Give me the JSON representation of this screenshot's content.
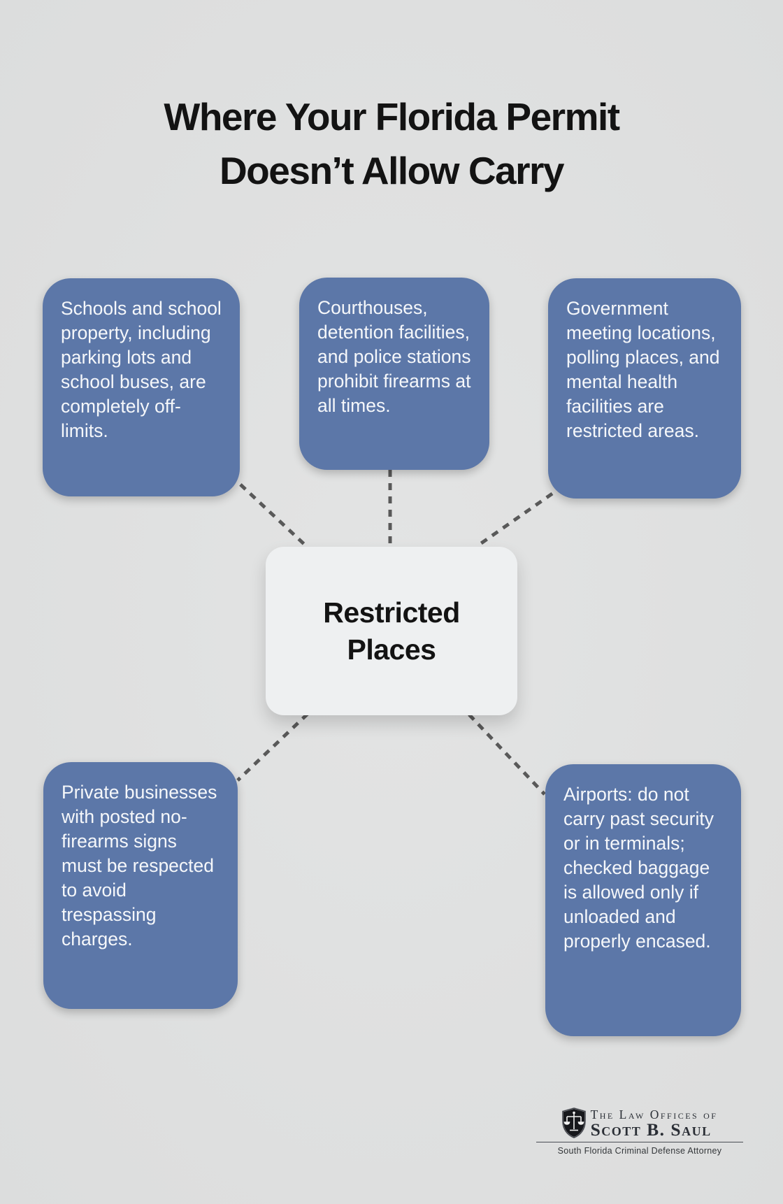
{
  "title": {
    "lines": [
      "Where Your Florida Permit",
      "Doesn’t Allow Carry"
    ]
  },
  "diagram": {
    "center": {
      "label": "Restricted Places"
    },
    "nodes": [
      {
        "id": "schools",
        "position": "top-left",
        "text": "Schools and school property, including parking lots and school buses, are completely off-limits."
      },
      {
        "id": "courthouses",
        "position": "top-center",
        "text": "Courthouses, detention facilities, and police stations prohibit firearms at all times."
      },
      {
        "id": "government",
        "position": "top-right",
        "text": "Government meeting locations, polling places, and mental health facilities are restricted areas."
      },
      {
        "id": "private-businesses",
        "position": "bottom-left",
        "text": "Private businesses with posted no-firearms signs must be respected to avoid trespassing charges."
      },
      {
        "id": "airports",
        "position": "bottom-right",
        "text": "Airports: do not carry past security or in terminals; checked baggage is allowed only if unloaded and properly encased."
      }
    ]
  },
  "footer_logo": {
    "firm_prefix": "The Law Offices of",
    "firm_name": "Scott B. Saul",
    "tagline": "South Florida Criminal Defense Attorney",
    "icon": "scales-of-justice-shield-icon"
  },
  "colors": {
    "background": "#dfe0e0",
    "node_fill": "#5c77a8",
    "node_text": "#f5f7fa",
    "center_fill": "#eef0f1",
    "title_text": "#131313",
    "connector": "#595959",
    "logo_text": "#2a2e35"
  }
}
